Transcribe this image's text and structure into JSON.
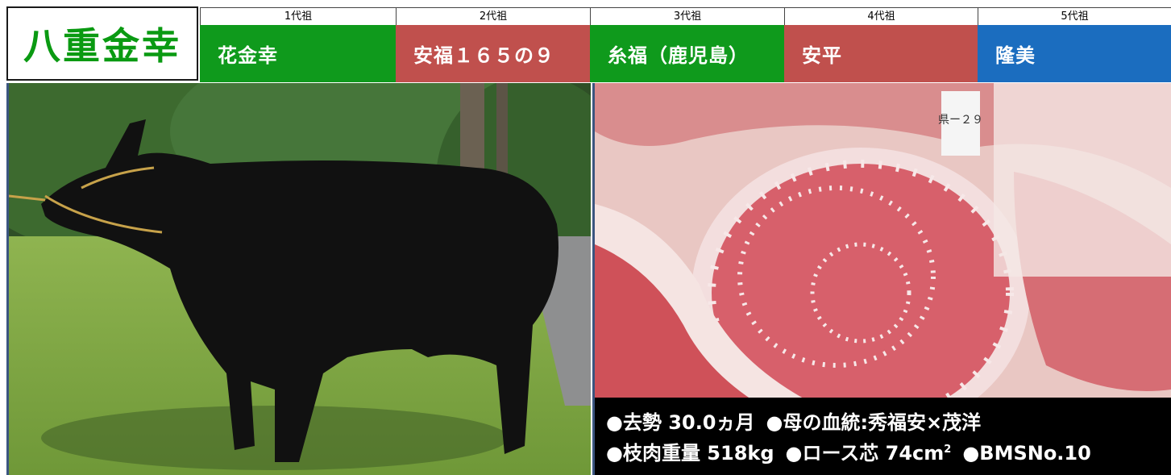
{
  "bull_name": "八重金幸",
  "pedigree": [
    {
      "generation": "1代祖",
      "name": "花金幸",
      "color": "#0f9a1c"
    },
    {
      "generation": "2代祖",
      "name": "安福１６５の９",
      "color": "#c0504d"
    },
    {
      "generation": "3代祖",
      "name": "糸福（鹿児島）",
      "color": "#0f9a1c"
    },
    {
      "generation": "4代祖",
      "name": "安平",
      "color": "#c0504d"
    },
    {
      "generation": "5代祖",
      "name": "隆美",
      "color": "#1b6dbf"
    }
  ],
  "specs": {
    "line1": {
      "sex_age": "●去勢 30.0ヵ月",
      "dam_lineage": "●母の血統:秀福安×茂洋"
    },
    "line2": {
      "carcass_weight": "●枝肉重量 518kg",
      "rib_eye_prefix": "●ロース芯 74cm",
      "rib_eye_sup": "2",
      "bms": "●BMSNo.10"
    }
  },
  "tag_text": "県ー２９"
}
